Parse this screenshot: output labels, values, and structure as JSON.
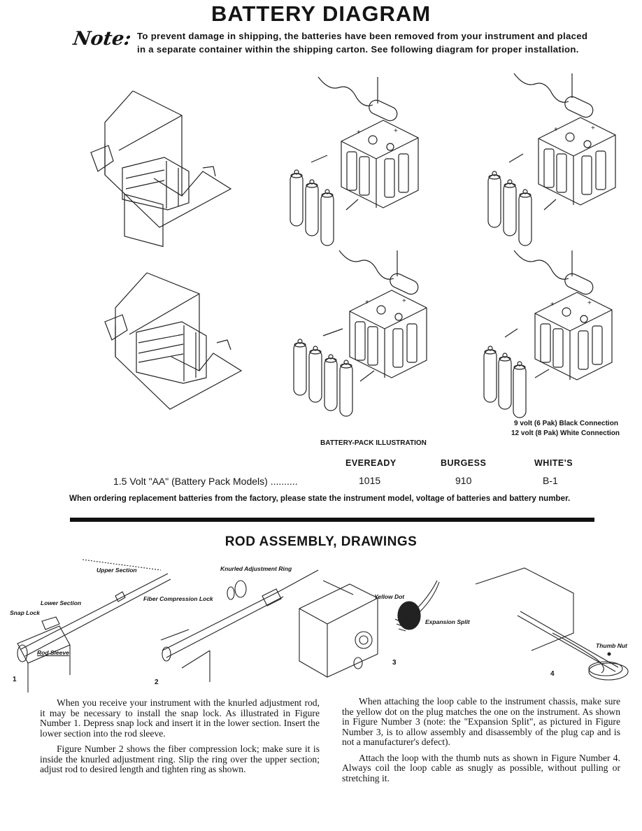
{
  "page_title": "BATTERY DIAGRAM",
  "note": {
    "mark": "Note:",
    "text": "To prevent damage in shipping, the batteries have been removed from your instrument and placed in a separate container within the shipping carton. See following diagram for proper installation."
  },
  "battery_section": {
    "caption": "BATTERY-PACK ILLUSTRATION",
    "connection_9v": "9 volt (6 Pak) Black Connection",
    "connection_12v": "12 volt (8 Pak) White Connection",
    "table": {
      "headers": [
        "EVEREADY",
        "BURGESS",
        "WHITE'S"
      ],
      "row_label": "1.5 Volt \"AA\" (Battery Pack Models) ..........",
      "values": [
        "1015",
        "910",
        "B-1"
      ]
    },
    "order_note": "When ordering replacement batteries from the factory, please state the instrument model, voltage of batteries and battery number."
  },
  "rod_section": {
    "heading": "ROD ASSEMBLY, DRAWINGS",
    "labels": {
      "upper_section": "Upper Section",
      "knurled_ring": "Knurled Adjustment Ring",
      "lower_section": "Lower Section",
      "snap_lock": "Snap Lock",
      "rod_sleeve": "Rod Sleeve",
      "fiber_lock": "Fiber Compression Lock",
      "yellow_dot": "Yellow Dot",
      "expansion_split": "Expansion Split",
      "thumb_nut": "Thumb Nut"
    },
    "figure_numbers": [
      "1",
      "2",
      "3",
      "4"
    ],
    "paragraphs": [
      "When you receive your instrument with the knurled adjustment rod, it may be necessary to install the snap lock. As illustrated in Figure Number 1. Depress snap lock and insert it in the lower section. Insert the lower section into the rod sleeve.",
      "Figure Number 2 shows the fiber compression lock; make sure it is inside the knurled adjustment ring. Slip the ring over the upper section; adjust rod to desired length and tighten ring as shown.",
      "When attaching the loop cable to the instrument chassis, make sure the yellow dot on the plug matches the one on the instrument. As shown in Figure Number 3 (note: the \"Expansion Split\", as pictured in Figure Number 3, is to allow assembly and disassembly of the plug cap and is not a manufacturer's defect).",
      "Attach the loop with the thumb nuts as shown in Figure Number 4. Always coil the loop cable as snugly as possible, without pulling or stretching it."
    ]
  }
}
